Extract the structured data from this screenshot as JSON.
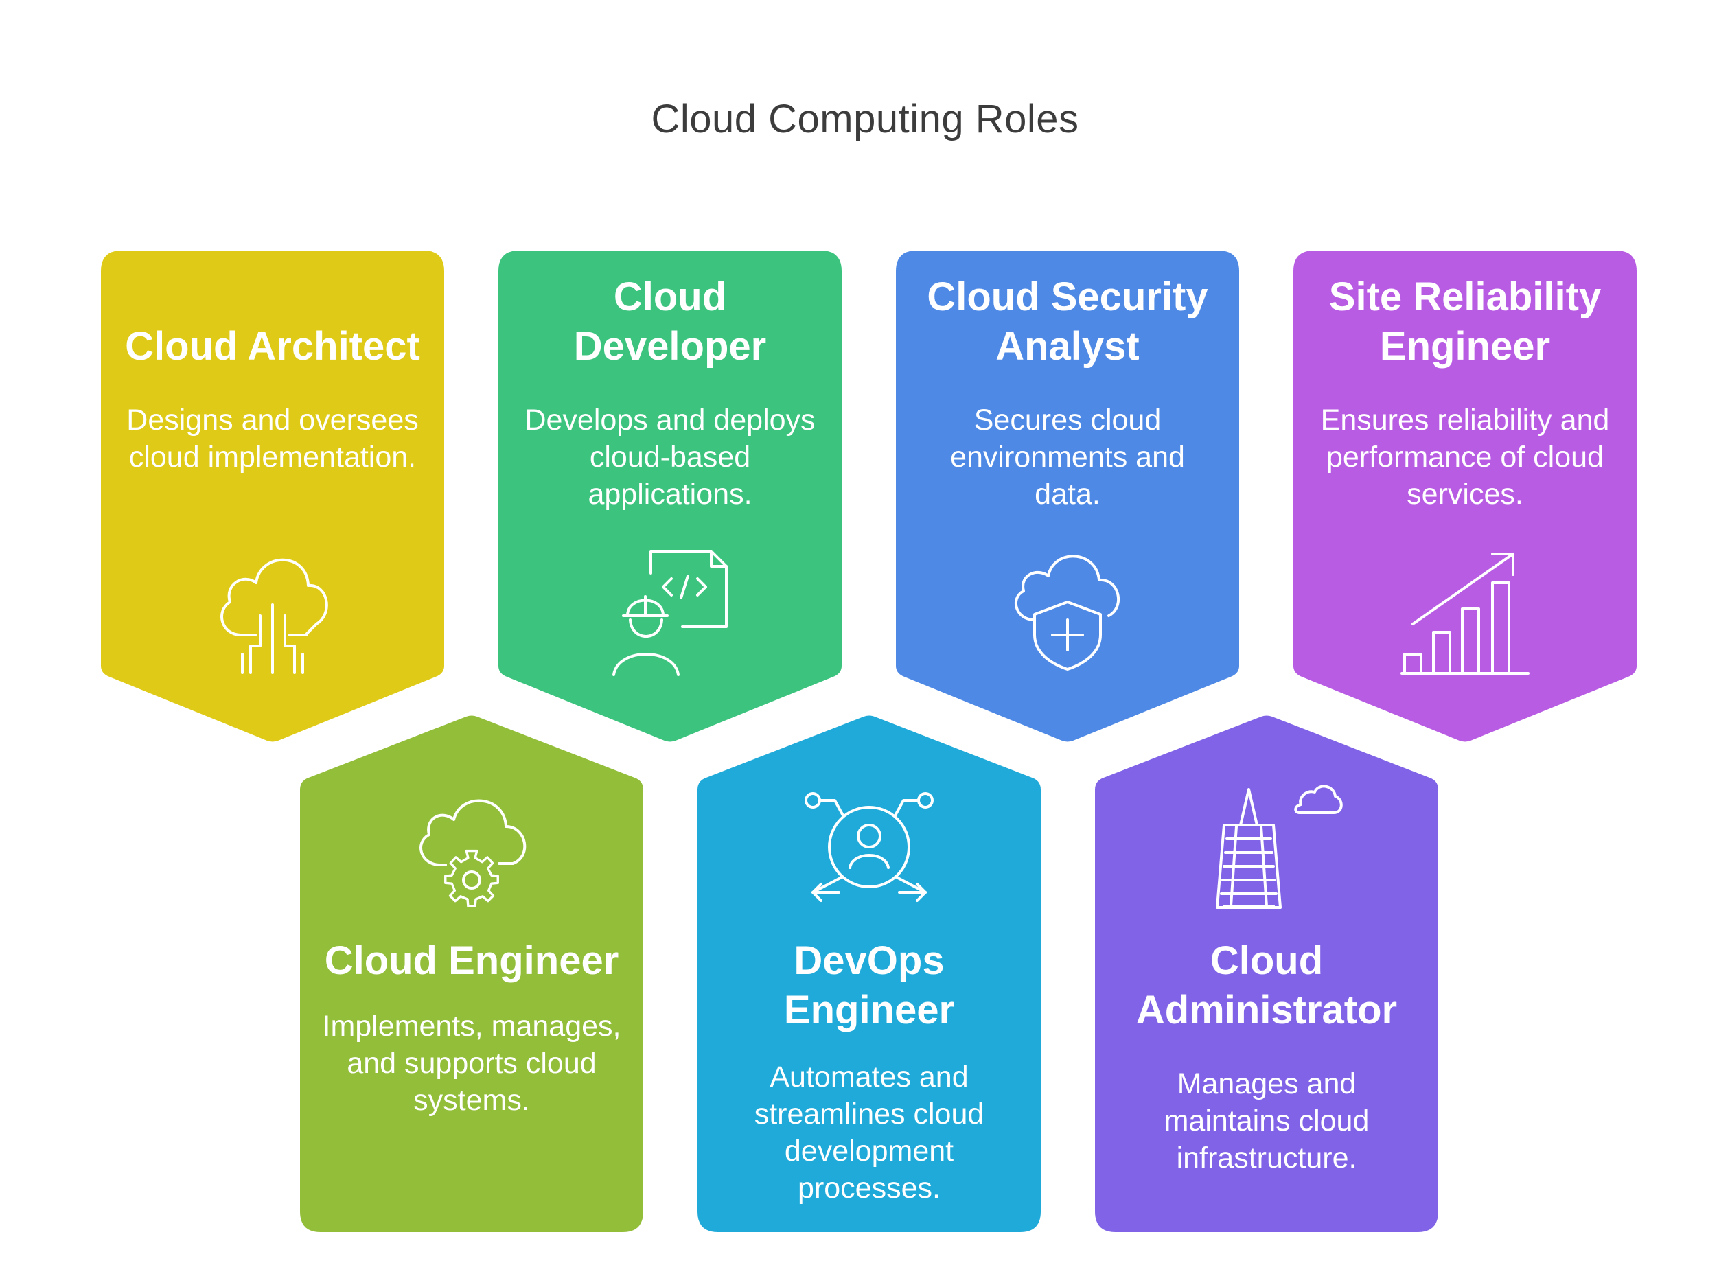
{
  "title": "Cloud Computing Roles",
  "roles": [
    {
      "name": "Cloud Architect",
      "description": "Designs and oversees cloud implementation.",
      "icon": "cloud-circuit-icon",
      "color": "#DFCB17"
    },
    {
      "name": "Cloud Developer",
      "description": "Develops and deploys cloud-based applications.",
      "icon": "developer-code-icon",
      "color": "#3CC47F"
    },
    {
      "name": "Cloud Security Analyst",
      "description": "Secures cloud environments and data.",
      "icon": "cloud-shield-icon",
      "color": "#4E89E5"
    },
    {
      "name": "Site Reliability Engineer",
      "description": "Ensures reliability and performance of cloud services.",
      "icon": "growth-chart-icon",
      "color": "#B85CE3"
    },
    {
      "name": "Cloud Engineer",
      "description": "Implements, manages, and supports cloud systems.",
      "icon": "cloud-gear-icon",
      "color": "#93BE3A"
    },
    {
      "name": "DevOps Engineer",
      "description": "Automates and streamlines cloud development processes.",
      "icon": "user-network-icon",
      "color": "#1FAAD9"
    },
    {
      "name": "Cloud Administrator",
      "description": "Manages and maintains cloud infrastructure.",
      "icon": "server-tower-cloud-icon",
      "color": "#8063E6"
    }
  ]
}
